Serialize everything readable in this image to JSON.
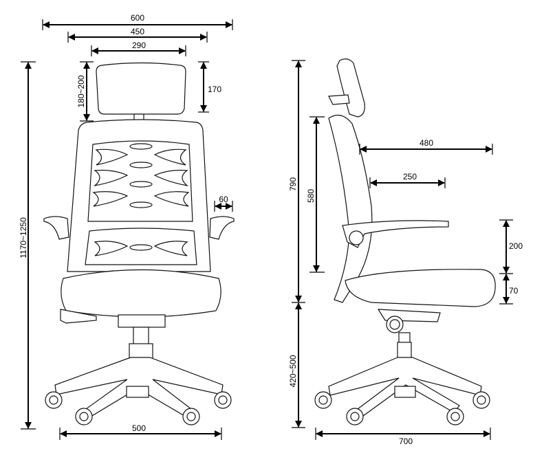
{
  "front_view": {
    "overall_width": "600",
    "back_width": "450",
    "headrest_width": "290",
    "headrest_adjust": "180~200",
    "headrest_height": "170",
    "armrest_width": "60",
    "overall_height": "1170~1250",
    "base_width": "500"
  },
  "side_view": {
    "back_to_floor_seat_height": "790",
    "backrest_height": "580",
    "seat_depth": "480",
    "armrest_length": "250",
    "armrest_height": "200",
    "seat_thickness": "70",
    "seat_height": "420~500",
    "base_depth": "700"
  },
  "colors": {
    "line": "#000000",
    "background": "#ffffff"
  }
}
